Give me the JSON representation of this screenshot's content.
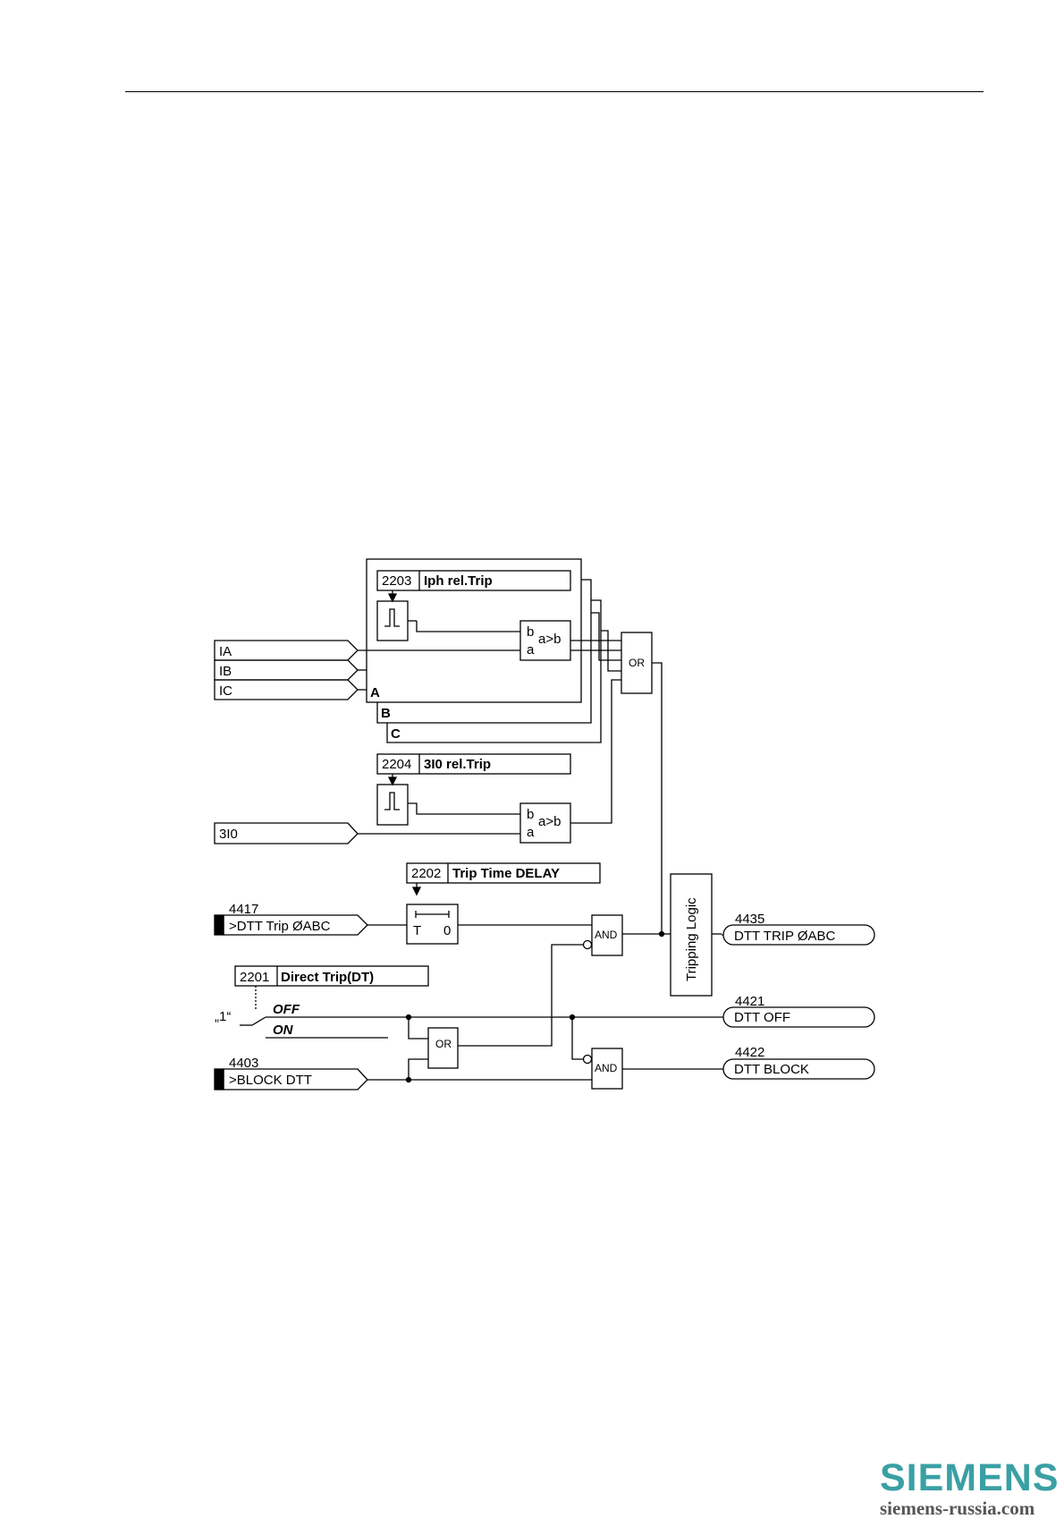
{
  "inputs": {
    "ia": "IA",
    "ib": "IB",
    "ic": "IC",
    "i3i0": "3I0",
    "dtt_trip": {
      "number": "4417",
      "label": ">DTT Trip ØABC"
    },
    "block_dtt": {
      "number": "4403",
      "label": ">BLOCK DTT"
    },
    "const_one": "„1“"
  },
  "params": {
    "iph": {
      "number": "2203",
      "label": "Iph rel.Trip"
    },
    "i3i0": {
      "number": "2204",
      "label": "3I0 rel.Trip"
    },
    "delay": {
      "number": "2202",
      "label": "Trip Time DELAY"
    },
    "direct_trip": {
      "number": "2201",
      "label": "Direct Trip(DT)"
    }
  },
  "phase_labels": {
    "a": "A",
    "b": "B",
    "c": "C"
  },
  "comparator": {
    "b": "b",
    "a": "a",
    "rel": "a>b"
  },
  "timer": {
    "t": "T",
    "zero": "0"
  },
  "gates": {
    "or1": "OR",
    "or2": "OR",
    "and1": "AND",
    "and2": "AND"
  },
  "switch": {
    "off": "OFF",
    "on": "ON"
  },
  "tripping_logic": "Tripping Logic",
  "outputs": {
    "trip": {
      "number": "4435",
      "label": "DTT TRIP ØABC"
    },
    "off": {
      "number": "4421",
      "label": "DTT OFF"
    },
    "block": {
      "number": "4422",
      "label": "DTT BLOCK"
    }
  },
  "logo": {
    "word": "SIEMENS",
    "url": "siemens-russia.com"
  }
}
